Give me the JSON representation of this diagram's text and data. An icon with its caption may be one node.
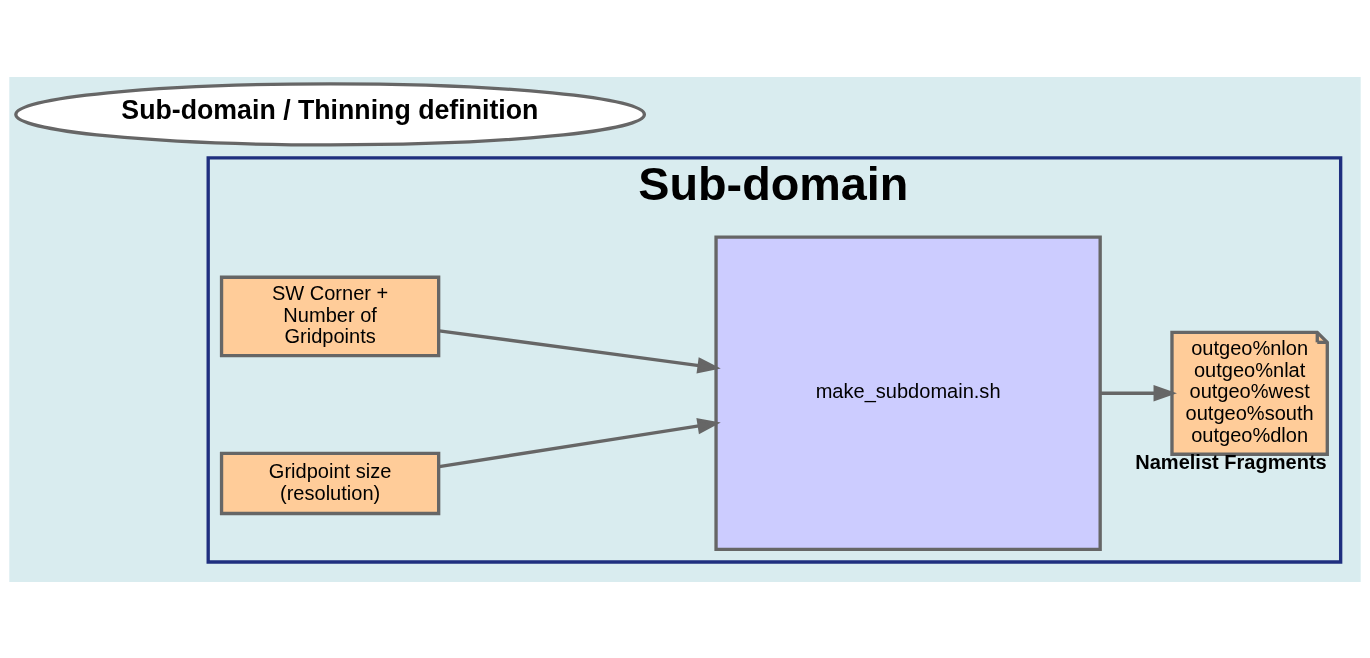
{
  "diagram": {
    "nodes": [
      {
        "text": [
          "Sub-domain / Thinning definition"
        ]
      },
      {
        "text": [
          "Sub-domain"
        ]
      },
      {
        "text": [
          "SW Corner + Number of Gridpoints"
        ],
        "in": 1
      },
      {
        "text": [
          "Gridpoint size (resolution)"
        ],
        "in": 1
      },
      {
        "text": [
          "make_subdomain.sh"
        ],
        "in": 1
      },
      {
        "text": [
          "outgeo%nlon outgeo%nlat outgeo%west outgeo%south outgeo%dlon"
        ],
        "beside": [
          "Namelist Fragments"
        ],
        "in": 1
      }
    ],
    "edges": [
      {
        "from": 2,
        "to": 4,
        "arrow": "to"
      },
      {
        "from": 3,
        "to": 4,
        "arrow": "to"
      },
      {
        "from": 4,
        "to": 5,
        "arrow": "to"
      }
    ]
  }
}
